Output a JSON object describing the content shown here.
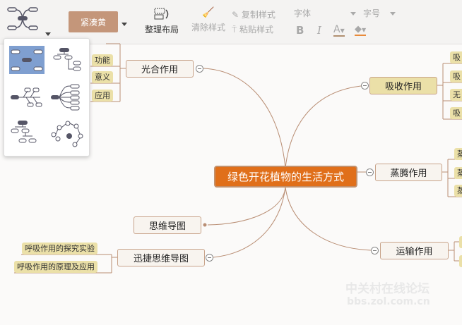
{
  "toolbar": {
    "theme_label": "紧凑黄",
    "tidy_layout": "整理布局",
    "clear_style": "清除样式",
    "copy_style": "复制样式",
    "paste_style": "粘贴样式",
    "font_label": "字体",
    "size_label": "字号",
    "bold": "B",
    "italic": "I",
    "font_color": "A",
    "colors": {
      "theme": "#c4967a",
      "center": "#e06f1a",
      "tag": "#ebe0a8"
    }
  },
  "layout_panel": {
    "options": [
      "mindmap",
      "org-right",
      "fishbone",
      "bracket",
      "org-down",
      "free"
    ],
    "selected": "mindmap"
  },
  "mindmap": {
    "center": "绿色开花植物的生活方式",
    "left": [
      {
        "label": "光合作用",
        "children": [
          "功能",
          "意义",
          "应用"
        ]
      },
      {
        "label": "思维导图",
        "children": []
      },
      {
        "label": "迅捷思维导图",
        "children": [
          "呼吸作用的探究实验",
          "呼吸作用的原理及应用"
        ]
      }
    ],
    "right": [
      {
        "label": "吸收作用",
        "children": [
          "吸",
          "吸",
          "无",
          "吸"
        ]
      },
      {
        "label": "蒸腾作用",
        "children": [
          "蒸",
          "蒸",
          "蒸"
        ]
      },
      {
        "label": "运输作用",
        "children": [
          "",
          ""
        ]
      }
    ],
    "partial_left": [
      "功能",
      "意义",
      "应用"
    ]
  },
  "watermark": {
    "line1": "中关村在线论坛",
    "line2": "bbs.zol.com.cn"
  }
}
